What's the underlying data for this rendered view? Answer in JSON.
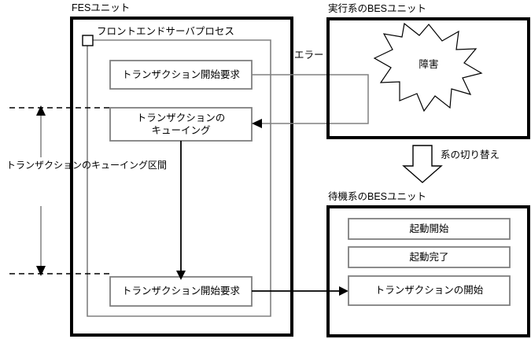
{
  "diagram": {
    "title_fes_unit": "FESユニット",
    "title_active_bes_unit": "実行系のBESユニット",
    "title_standby_bes_unit": "待機系のBESユニット",
    "front_end_process_label": "フロントエンドサーバプロセス",
    "fes_steps": {
      "transaction_start_request_top": "トランザクション開始要求",
      "transaction_queuing": "トランザクションの\nキューイング",
      "transaction_start_request_bottom": "トランザクション開始要求"
    },
    "active_bes": {
      "failure_burst_label": "障害"
    },
    "standby_bes": {
      "steps": [
        "起動開始",
        "起動完了",
        "トランザクションの開始"
      ]
    },
    "edge_labels": {
      "error": "エラー",
      "system_switch": "系の切り替え"
    },
    "span_label": "トランザクションのキューイング区間",
    "colors": {
      "unit_frame": "#000000",
      "process_frame": "#808080",
      "step_box_border": "#808080",
      "flow_line": "#808080",
      "background": "#ffffff",
      "text": "#000000"
    }
  }
}
